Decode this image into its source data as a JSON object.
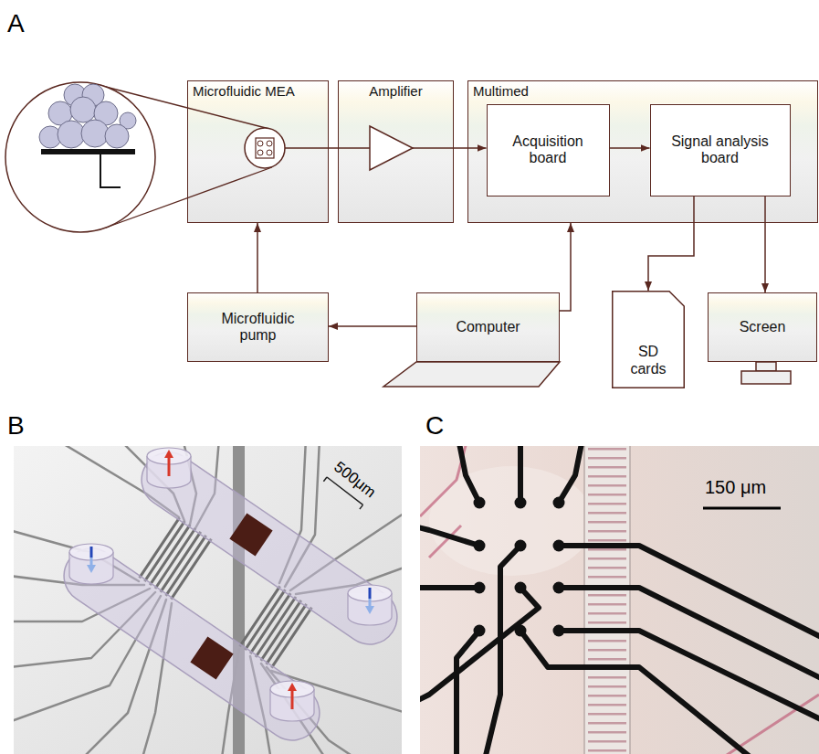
{
  "diagram": {
    "nodes": [
      {
        "text": [
          "Microfluidic MEA"
        ]
      },
      {
        "text": [
          "Amplifier"
        ]
      },
      {
        "text": [
          "Multimed"
        ]
      },
      {
        "text": [
          "Acquisition board"
        ],
        "in": 2
      },
      {
        "text": [
          "Signal analysis board"
        ],
        "in": 2
      },
      {
        "text": [
          "Microfluidic pump"
        ]
      },
      {
        "text": [
          "Computer"
        ]
      },
      {
        "text": [
          "SD cards"
        ]
      },
      {
        "text": [
          "Screen"
        ]
      }
    ],
    "edges": [
      {
        "from": 0,
        "to": 1,
        "arrow": "none"
      },
      {
        "from": 1,
        "to": 3,
        "arrow": "to"
      },
      {
        "from": 3,
        "to": 4,
        "arrow": "to"
      },
      {
        "from": 4,
        "to": 7,
        "arrow": "to"
      },
      {
        "from": 4,
        "to": 8,
        "arrow": "to"
      },
      {
        "from": 6,
        "to": 2,
        "arrow": "to"
      },
      {
        "from": 6,
        "to": 5,
        "arrow": "to"
      },
      {
        "from": 5,
        "to": 0,
        "arrow": "to"
      }
    ],
    "labels": [
      "A",
      "B",
      "C",
      "500μm",
      "150 μm"
    ]
  }
}
